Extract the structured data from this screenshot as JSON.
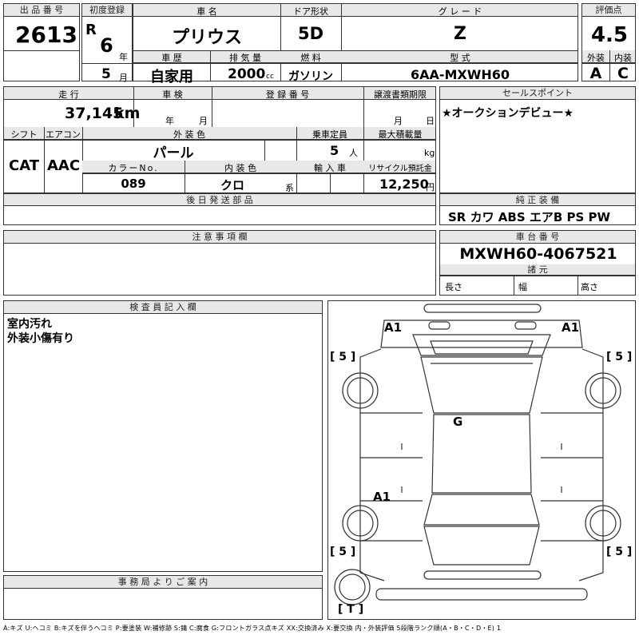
{
  "header": {
    "auction_no_label": "出 品 番 号",
    "auction_no": "2613",
    "first_reg_label": "初度登録",
    "era": "R",
    "year_value": "6",
    "year_unit": "年",
    "month_value": "5",
    "month_unit": "月",
    "car_name_label": "車 名",
    "car_name": "プリウス",
    "door_label": "ドア形状",
    "door": "5D",
    "grade_label": "グ レ ー ド",
    "grade": "Z",
    "score_label": "評価点",
    "score": "4.5",
    "history_label": "車 歴",
    "history": "自家用",
    "displacement_label": "排 気 量",
    "displacement": "2000",
    "displacement_unit": "cc",
    "fuel_label": "燃 料",
    "fuel": "ガソリン",
    "model_label": "型 式",
    "model": "6AA-MXWH60",
    "exterior_label": "外装",
    "exterior": "A",
    "interior_label": "内装",
    "interior": "C"
  },
  "row2": {
    "mileage_label": "走 行",
    "mileage": "37,145",
    "mileage_unit": "km",
    "shaken_label": "車 検",
    "shaken_year_unit": "年",
    "shaken_month_unit": "月",
    "reg_no_label": "登 録 番 号",
    "transfer_label": "譲渡書類期限",
    "transfer_month_unit": "月",
    "transfer_day_unit": "日",
    "sales_point_label": "セールスポイント",
    "sales_point": "★オークションデビュー★"
  },
  "row3": {
    "shift_label": "シフト",
    "shift": "CAT",
    "ac_label": "エアコン",
    "ac": "AAC",
    "color_label": "外 装 色",
    "color": "パール",
    "capacity_label": "乗車定員",
    "capacity": "5",
    "capacity_unit": "人",
    "max_load_label": "最大積載量",
    "max_load_unit": "kg",
    "color_no_label": "カラーNo.",
    "color_no": "089",
    "int_color_label": "内 装 色",
    "int_color": "クロ",
    "int_color_unit": "系",
    "import_label": "輸 入 車",
    "recycle_label": "リサイクル預託金",
    "recycle": "12,250",
    "recycle_unit": "円"
  },
  "later_parts_label": "後 日 発 送 部 品",
  "equipment_label": "純 正 装 備",
  "equipment": "SR カワ ABS エアB PS PW",
  "notes_label": "注 意 事 項 欄",
  "chassis_label": "車 台 番 号",
  "chassis": "MXWH60-4067521",
  "specs_label": "諸 元",
  "specs": {
    "length": "長さ",
    "width": "幅",
    "height": "高さ"
  },
  "inspector_label": "検 査 員 記 入 欄",
  "inspector_notes": [
    "室内汚れ",
    "外装小傷有り"
  ],
  "office_label": "事 務 局 よ り ご 案 内",
  "diagram": {
    "front_left_mark": "A1",
    "front_right_mark": "A1",
    "windshield_mark": "G",
    "left_door_mark": "A1",
    "tire_fl": "[ 5 ]",
    "tire_fr": "[ 5 ]",
    "tire_rl": "[ 5 ]",
    "tire_rr": "[ 5 ]",
    "spare": "[ T ]"
  },
  "legend": "A:キズ U:ヘコミ B:キズを伴うヘコミ P:要塗装 W:補修跡 S:錆 C:腐食 G:フロントガラス点キズ XX:交換済み X:要交換 内・外装評価 5段階ランク順(A・B・C・D・E) 1"
}
